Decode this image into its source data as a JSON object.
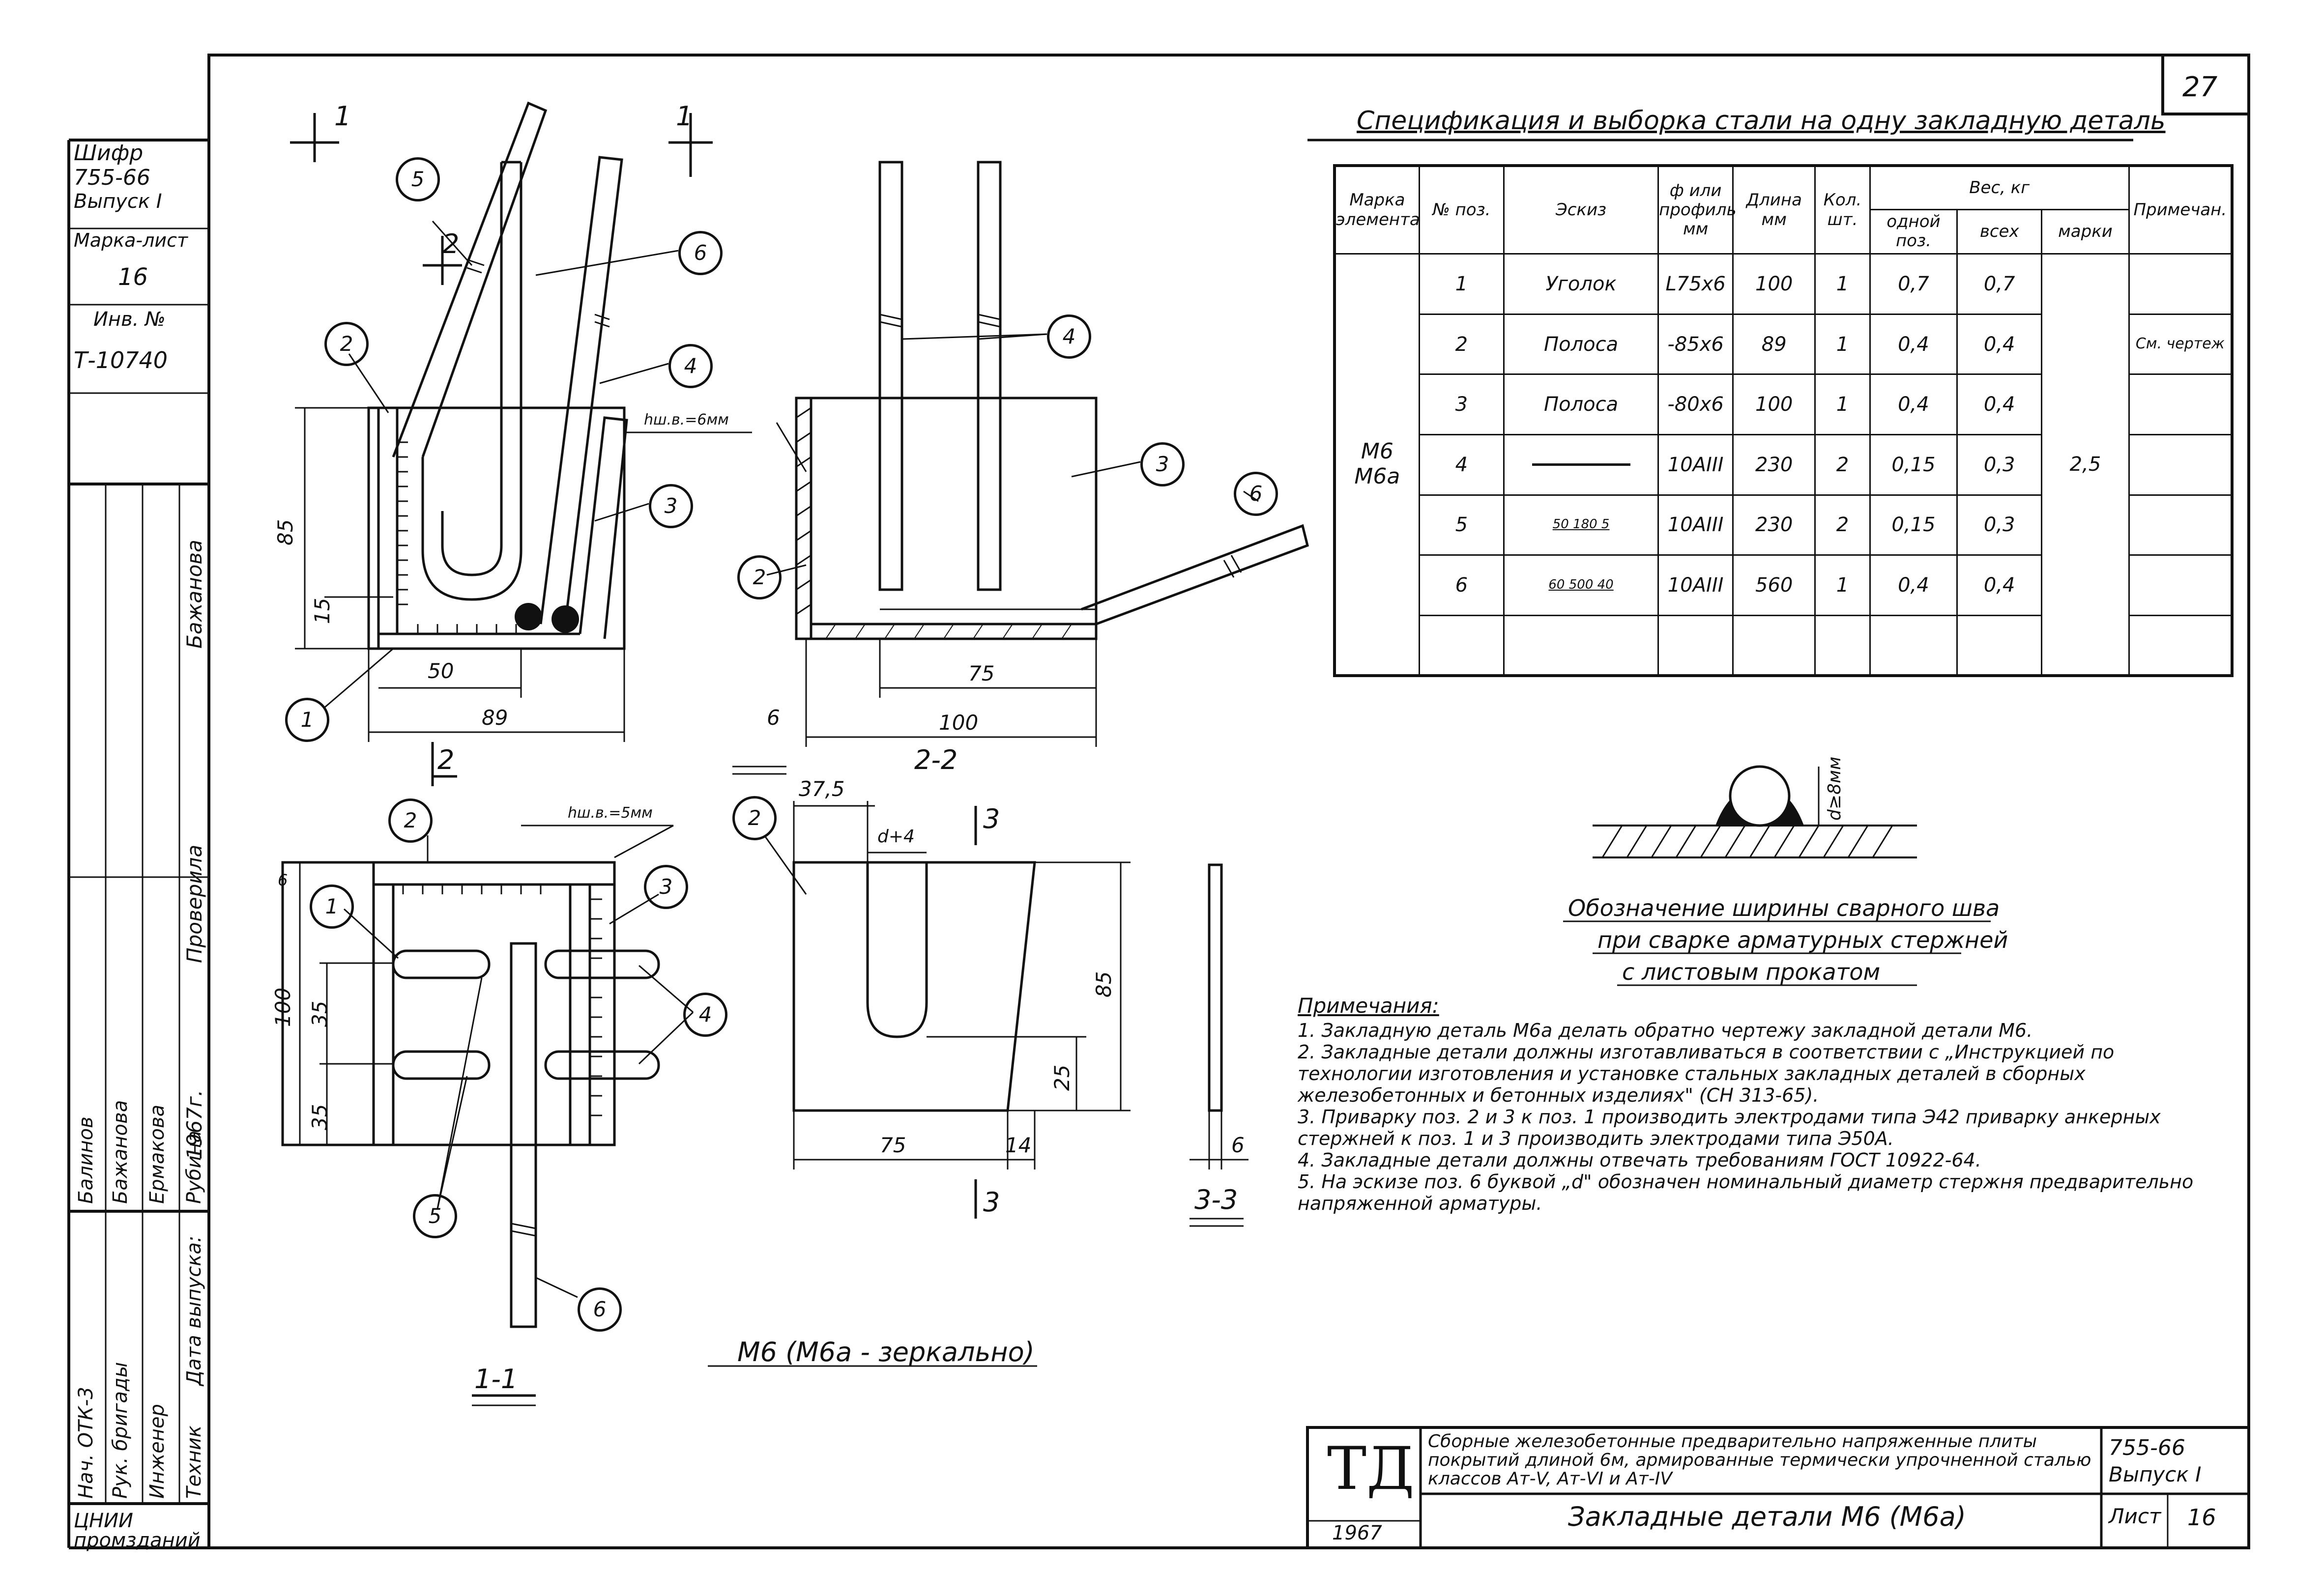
{
  "sheet": {
    "page_number": "27",
    "cipher_label": "Шифр",
    "cipher": "755-66",
    "issue": "Выпуск I",
    "mark_sheet_label": "Марка-лист",
    "mark_sheet": "16",
    "inventory_label": "Инв. №",
    "inventory": "Т-10740",
    "people_col1": [
      "Балинов",
      "Бажанова",
      "Ермакова",
      "Рубина"
    ],
    "people_col2": [
      "Бажанова",
      "",
      "Проверила",
      ""
    ],
    "year_col": "1967г.",
    "roles": [
      "Нач. ОТК-3",
      "Рук. бригады",
      "Инженер",
      "Техник",
      "Дата выпуска:"
    ],
    "org": "ЦНИИ промзданий"
  },
  "views": {
    "view11_marker": "1",
    "view22_marker": "2",
    "view33_marker": "3",
    "caption_22": "2-2",
    "caption_11": "1-1",
    "caption_33": "3-3",
    "caption_main": "М6 (М6а - зеркально)",
    "weld_note": "hш.в.=6мм",
    "weld_note2": "hш.в.=5мм",
    "dims": {
      "d85": "85",
      "d15": "15",
      "d50": "50",
      "d89": "89",
      "d6": "6",
      "d75": "75",
      "d100": "100",
      "d375": "37,5",
      "d_d4": "d+4",
      "d85b": "85",
      "d25": "25",
      "d75b": "75",
      "d14": "14",
      "d35a": "35",
      "d35b": "35",
      "d100b": "100",
      "d6b": "6",
      "d6c": "6"
    },
    "callouts": [
      "1",
      "2",
      "3",
      "4",
      "5",
      "6"
    ]
  },
  "spec": {
    "title": "Спецификация и выборка стали на одну закладную деталь",
    "headers": {
      "mark": "Марка элемента",
      "pos": "№ поз.",
      "sketch": "Эскиз",
      "phi": "ф или профиль мм",
      "len": "Длина мм",
      "qty": "Кол. шт.",
      "weight": "Вес, кг",
      "w_one": "одной поз.",
      "w_all": "всех",
      "w_mark": "марки",
      "note": "Примечан."
    },
    "mark_value": "М6 М6а",
    "mark_weight": "2,5",
    "note_value": "См. чертеж",
    "rows": [
      {
        "pos": "1",
        "sketch": "Уголок",
        "profile": "L75х6",
        "len": "100",
        "qty": "1",
        "w1": "0,7",
        "wall": "0,7"
      },
      {
        "pos": "2",
        "sketch": "Полоса",
        "profile": "-85х6",
        "len": "89",
        "qty": "1",
        "w1": "0,4",
        "wall": "0,4"
      },
      {
        "pos": "3",
        "sketch": "Полоса",
        "profile": "-80х6",
        "len": "100",
        "qty": "1",
        "w1": "0,4",
        "wall": "0,4"
      },
      {
        "pos": "4",
        "sketch": "",
        "profile": "10АIII",
        "len": "230",
        "qty": "2",
        "w1": "0,15",
        "wall": "0,3"
      },
      {
        "pos": "5",
        "sketch": "50 180 5",
        "profile": "10АIII",
        "len": "230",
        "qty": "2",
        "w1": "0,15",
        "wall": "0,3"
      },
      {
        "pos": "6",
        "sketch": "60 500 40",
        "profile": "10АIII",
        "len": "560",
        "qty": "1",
        "w1": "0,4",
        "wall": "0,4"
      }
    ]
  },
  "weld_detail": {
    "dim": "d≥8мм",
    "caption": [
      "Обозначение ширины сварного шва",
      "при сварке арматурных стержней",
      "с листовым прокатом"
    ]
  },
  "notes": {
    "title": "Примечания:",
    "items": [
      "1. Закладную деталь М6а делать обратно чертежу закладной детали М6.",
      "2. Закладные детали должны изготавливаться в соответствии с „Инструкцией по технологии изготовления и установке стальных закладных деталей в сборных железобетонных и бетонных изделиях\" (СН 313-65).",
      "3. Приварку поз. 2 и 3 к поз. 1 производить электродами типа Э42 приварку анкерных стержней к поз. 1 и 3 производить электродами типа Э50А.",
      "4. Закладные детали должны отвечать требованиям ГОСТ 10922-64.",
      "5. На эскизе поз. 6 буквой „d\" обозначен номинальный диаметр стержня предварительно напряженной арматуры."
    ]
  },
  "stamp": {
    "logo": "ТД",
    "year": "1967",
    "description": "Сборные железобетонные предварительно напряженные плиты покрытий длиной 6м, армированные термически упрочненной сталью классов Ат-V, Ат-VI и Ат-IV",
    "code": "755-66",
    "issue": "Выпуск I",
    "title": "Закладные детали М6 (М6а)",
    "sheet_label": "Лист",
    "sheet_no": "16"
  }
}
